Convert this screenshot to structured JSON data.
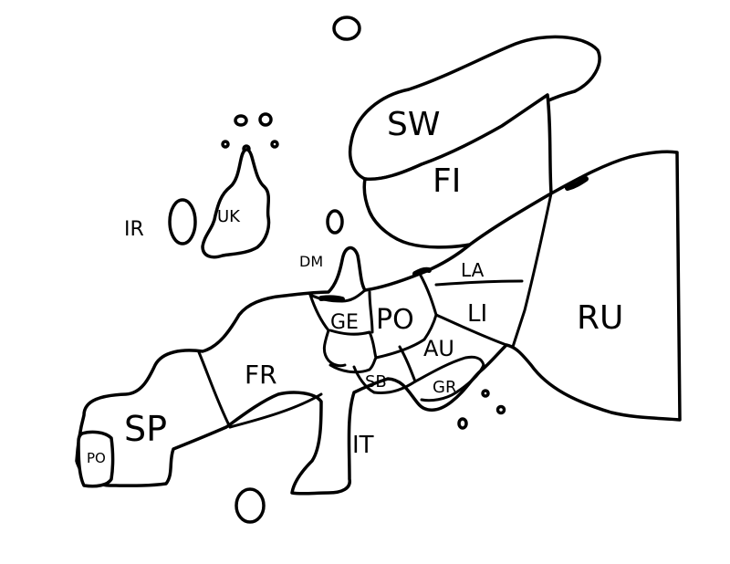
{
  "colors": {
    "background": "#ffffff",
    "ink": "#000000"
  },
  "countries": [
    {
      "id": "sw",
      "label": "SW"
    },
    {
      "id": "fi",
      "label": "FI"
    },
    {
      "id": "ru",
      "label": "RU"
    },
    {
      "id": "la",
      "label": "LA"
    },
    {
      "id": "li",
      "label": "LI"
    },
    {
      "id": "uk",
      "label": "UK"
    },
    {
      "id": "ir",
      "label": "IR"
    },
    {
      "id": "dm",
      "label": "DM"
    },
    {
      "id": "ge",
      "label": "GE"
    },
    {
      "id": "po",
      "label": "PO"
    },
    {
      "id": "au",
      "label": "AU"
    },
    {
      "id": "fr",
      "label": "FR"
    },
    {
      "id": "sp",
      "label": "SP"
    },
    {
      "id": "po-west",
      "label": "PO"
    },
    {
      "id": "sb",
      "label": "SB"
    },
    {
      "id": "gr",
      "label": "GR"
    },
    {
      "id": "it",
      "label": "IT"
    }
  ]
}
